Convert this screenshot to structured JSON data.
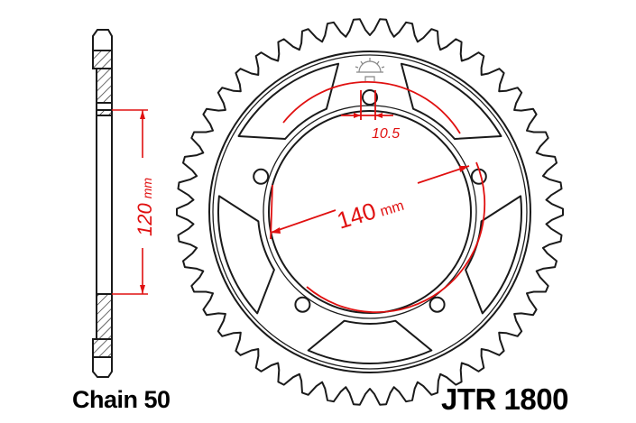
{
  "diagram": {
    "type": "sprocket-technical-drawing",
    "colors": {
      "outline": "#1a1a1a",
      "dimension": "#e01010",
      "logo": "#888888",
      "background": "#ffffff"
    },
    "side_view": {
      "dimension_value": "120",
      "dimension_unit": "mm"
    },
    "front_view": {
      "teeth": 46,
      "bolt_holes": 5,
      "lightening_holes": 5,
      "pcd_value": "140",
      "pcd_unit": "mm",
      "bolt_hole_dimension": "10.5"
    },
    "labels": {
      "chain": "Chain 50",
      "part_number": "JTR 1800"
    }
  }
}
